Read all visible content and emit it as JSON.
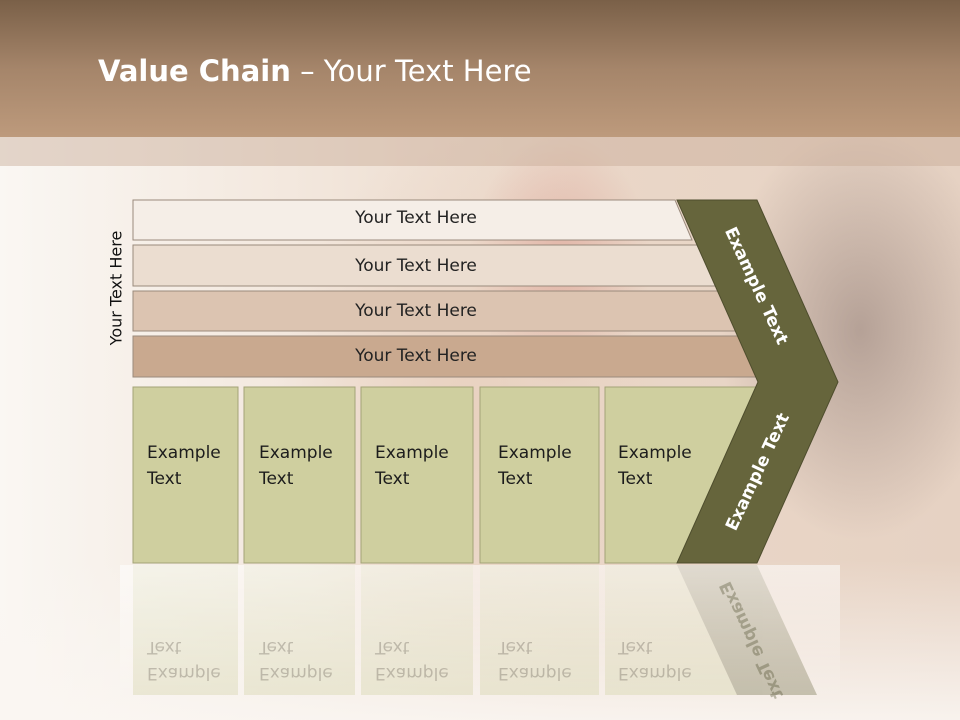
{
  "slide": {
    "title_bold": "Value Chain",
    "title_rest": " – Your Text Here",
    "side_label": "Your Text Here"
  },
  "rows": [
    {
      "label": "Your Text Here",
      "color": "#f5eee7"
    },
    {
      "label": "Your Text Here",
      "color": "#ebddd0"
    },
    {
      "label": "Your Text Here",
      "color": "#dcc4b1"
    },
    {
      "label": "Your Text Here",
      "color": "#c9a98f"
    }
  ],
  "boxes": [
    {
      "line1": "Example",
      "line2": "Text"
    },
    {
      "line1": "Example",
      "line2": "Text"
    },
    {
      "line1": "Example",
      "line2": "Text"
    },
    {
      "line1": "Example",
      "line2": "Text"
    },
    {
      "line1": "Example",
      "line2": "Text"
    }
  ],
  "chevron": {
    "upper_label": "Example Text",
    "lower_label": "Example Text",
    "color": "#66653c"
  },
  "colors": {
    "box_fill": "#cfcf9f",
    "box_stroke": "#a3a377"
  }
}
